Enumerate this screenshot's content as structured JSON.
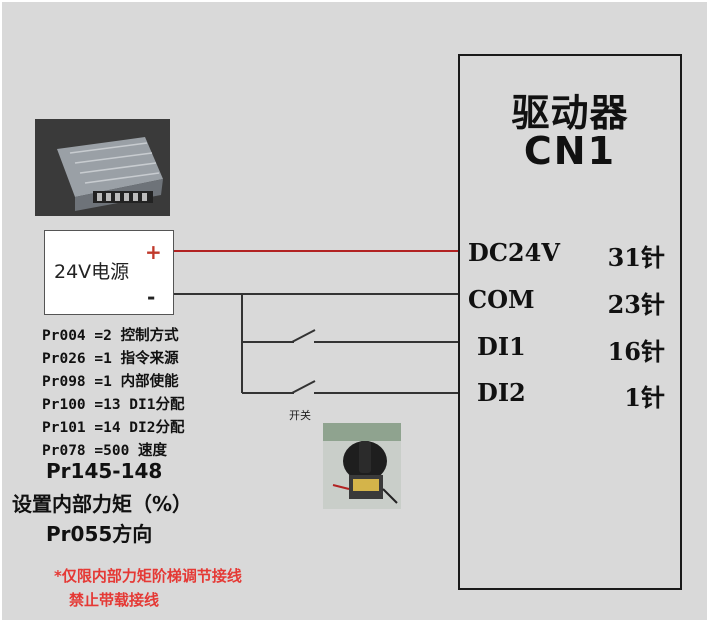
{
  "driver": {
    "title": "驱动器",
    "subtitle": "CN1",
    "pins": [
      {
        "label": "DC24V",
        "value": "31针"
      },
      {
        "label": "COM",
        "value": "23针"
      },
      {
        "label": "DI1",
        "value": "16针"
      },
      {
        "label": "DI2",
        "value": "1针"
      }
    ]
  },
  "power_supply": {
    "label": "24V电源",
    "plus": "+",
    "minus": "-"
  },
  "switch": {
    "caption": "开关"
  },
  "params": [
    "Pr004 =2  控制方式",
    "Pr026 =1  指令来源",
    "Pr098 =1  内部使能",
    "Pr100 =13  DI1分配",
    "Pr101 =14  DI2分配",
    "Pr078 =500  速度"
  ],
  "params_big": [
    "Pr145-148",
    "设置内部力矩（%）",
    "Pr055方向"
  ],
  "notes": [
    "*仅限内部力矩阶梯调节接线",
    "禁止带载接线"
  ],
  "colors": {
    "background": "#d9d9d9",
    "positive_wire": "#b22222",
    "wire": "#333333",
    "note": "#e53935"
  }
}
